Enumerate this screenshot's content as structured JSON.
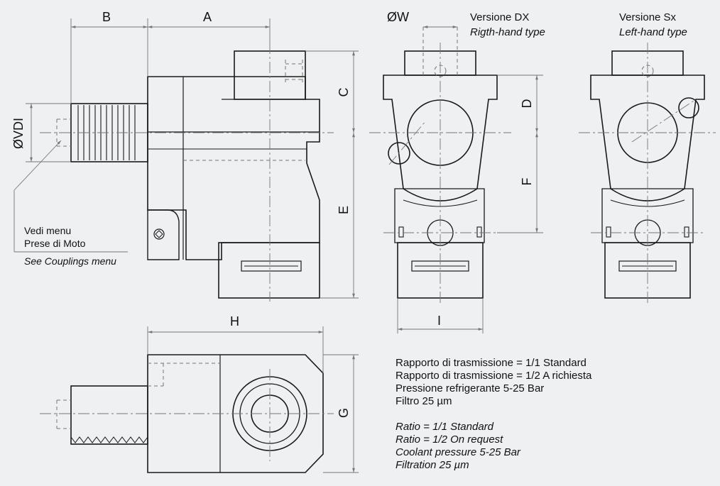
{
  "dimensions": {
    "a": "A",
    "b": "B",
    "c": "C",
    "d": "D",
    "e": "E",
    "f": "F",
    "g": "G",
    "h": "H",
    "i": "I",
    "vdi": "ØVDI",
    "w": "ØW"
  },
  "versions": {
    "dx_title": "Versione DX",
    "dx_subtitle": "Rigth-hand type",
    "sx_title": "Versione Sx",
    "sx_subtitle": "Left-hand type"
  },
  "callout": {
    "line1": "Vedi menu",
    "line2": "Prese di Moto",
    "line3": "See Couplings menu"
  },
  "specs_it": [
    "Rapporto di trasmissione = 1/1 Standard",
    "Rapporto di trasmissione = 1/2 A richiesta",
    "Pressione refrigerante 5-25 Bar",
    "Filtro 25 µm"
  ],
  "specs_en": [
    "Ratio = 1/1 Standard",
    "Ratio = 1/2 On request",
    "Coolant pressure 5-25 Bar",
    "Filtration 25 µm"
  ],
  "colors": {
    "background": "#eef0f2",
    "line": "#1a1a1a",
    "dimension": "#777777"
  }
}
